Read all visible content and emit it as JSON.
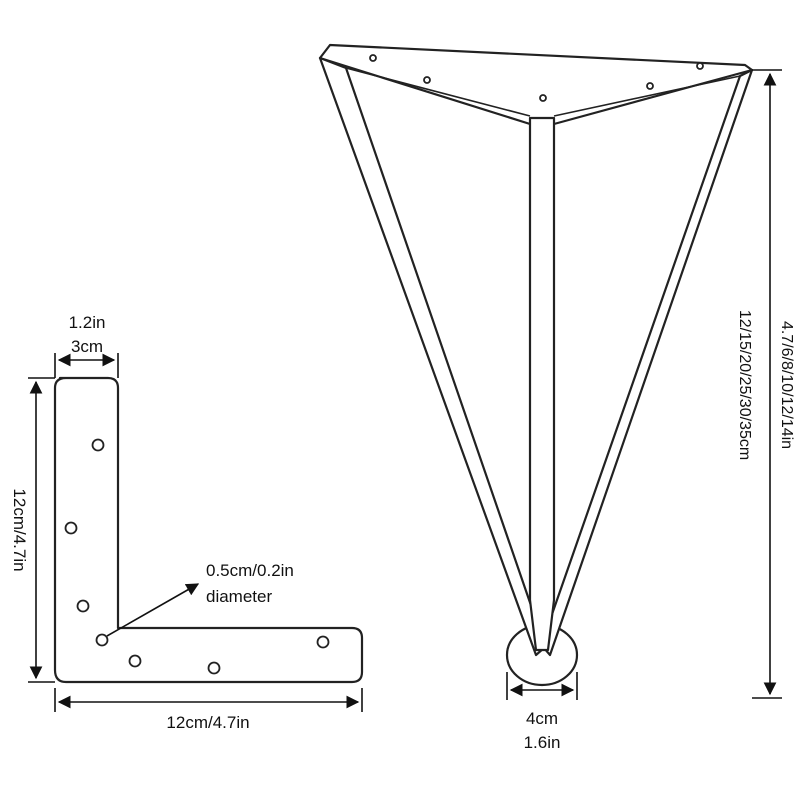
{
  "bracket": {
    "width_top_in": "1.2in",
    "width_top_cm": "3cm",
    "height_label": "12cm/4.7in",
    "length_label": "12cm/4.7in",
    "hole_size": "0.5cm/0.2in",
    "hole_size_note": "diameter"
  },
  "leg": {
    "height_in": "4.7/6/8/10/12/14in",
    "height_cm": "12/15/20/25/30/35cm",
    "foot_cm": "4cm",
    "foot_in": "1.6in"
  },
  "colors": {
    "line": "#222222",
    "background": "#ffffff"
  }
}
